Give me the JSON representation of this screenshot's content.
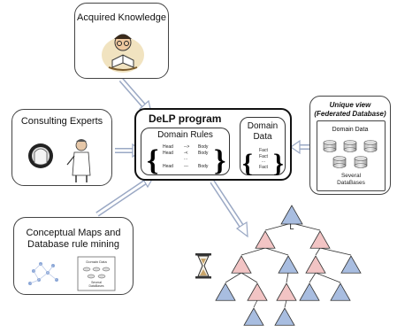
{
  "acquired": {
    "title": "Acquired Knowledge"
  },
  "experts": {
    "title": "Consulting Experts"
  },
  "maps": {
    "title_line1": "Conceptual Maps and",
    "title_line2": "Database rule mining",
    "thumb_title": "Domain Data",
    "thumb_caption_line1": "Several",
    "thumb_caption_line2": "DataBases"
  },
  "delp": {
    "title": "DeLP program",
    "rules_title": "Domain Rules",
    "rules": [
      {
        "head": "Head",
        "arrow": "-->",
        "body": "Body"
      },
      {
        "head": "Head",
        "arrow": "-<",
        "body": "Body"
      },
      {
        "head": "...",
        "arrow": "",
        "body": ""
      },
      {
        "head": "Head",
        "arrow": "---",
        "body": "Body"
      }
    ],
    "data_title_line1": "Domain",
    "data_title_line2": "Data",
    "facts": [
      "Fact",
      "Fact",
      "...",
      "Fact"
    ]
  },
  "federated": {
    "title_line1": "Unique view",
    "title_line2": "(Federated Database)",
    "data_title": "Domain Data",
    "caption_line1": "Several",
    "caption_line2": "DataBases"
  },
  "tree": {
    "root_label": "L",
    "colors": {
      "root": "#a8bde0",
      "pink": "#f2c4c4",
      "blue": "#a8bde0",
      "outline": "#333333"
    }
  }
}
